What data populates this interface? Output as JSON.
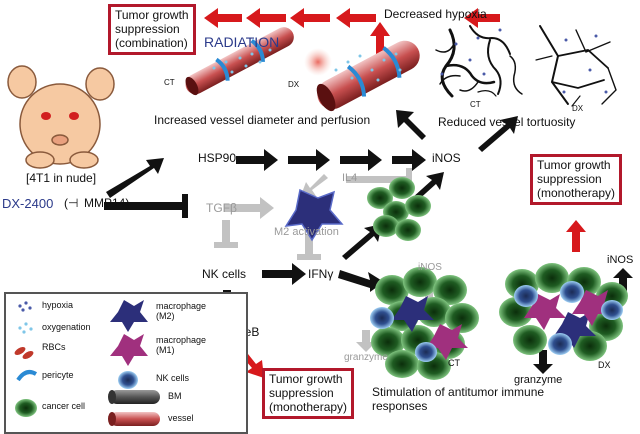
{
  "top": {
    "box_combination": "Tumor growth\nsuppression\n(combination)",
    "radiation": "RADIATION",
    "decreased_hypoxia": "Decreased hypoxia",
    "vessel_ct": "CT",
    "vessel_dx": "DX",
    "increased_vessel": "Increased vessel diameter and perfusion",
    "tortuosity_ct": "CT",
    "tortuosity_dx": "DX",
    "reduced_tortuosity": "Reduced vessel tortuosity"
  },
  "left": {
    "model": "[4T1 in nude]",
    "drug": "DX-2400",
    "inhibit_symbol": "(⊣",
    "target": "MMP14)"
  },
  "pathway": {
    "hsp90": "HSP90",
    "inos": "iNOS",
    "il4": "IL4",
    "tgfb": "TGFβ",
    "m2_activation": "M2 activation",
    "nk_cells": "NK cells",
    "ifng": "IFNγ",
    "granzymeb": "GranzymeB",
    "box_monotherapy_bottom": "Tumor growth\nsuppression\n(monotherapy)",
    "box_monotherapy_right": "Tumor growth\nsuppression\n(monotherapy)",
    "cluster_inos": "iNOS",
    "cluster_granzyme": "granzyme",
    "cluster_ct": "CT",
    "cluster_dx": "DX",
    "dx_inos": "iNOS",
    "dx_granzyme": "granzyme",
    "stimulation": "Stimulation of antitumor immune\nresponses"
  },
  "legend": {
    "hypoxia": "hypoxia",
    "oxygenation": "oxygenation",
    "rbcs": "RBCs",
    "pericyte": "pericyte",
    "cancer_cell": "cancer cell",
    "macrophage_m2": "macrophage\n(M2)",
    "macrophage_m1": "macrophage\n(M1)",
    "nk_cells": "NK cells",
    "bm": "BM",
    "vessel": "vessel"
  },
  "colors": {
    "red_arrow": "#d7191c",
    "box_border": "#b2182b",
    "black_arrow": "#111111",
    "gray_arrow": "#bdbdbd",
    "m2": "#2c2f7a",
    "m1": "#a0307e",
    "nk": "#4a90d9",
    "cancer": "#2e7d32"
  }
}
